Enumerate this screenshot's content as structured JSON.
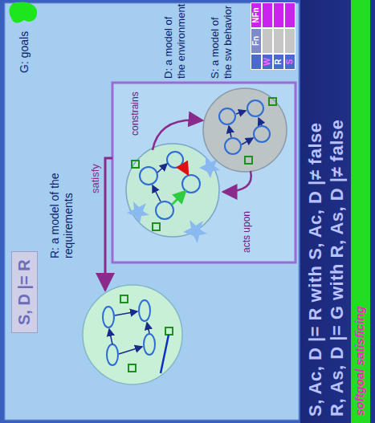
{
  "diagram": {
    "nodes": [
      {
        "text": [
          "S, D |= R"
        ]
      },
      {
        "text": [
          "S, Ac, D |= R with S, Ac, D |≠ false",
          "R, As, D |= G with R, As, D |≠ false"
        ]
      },
      {
        "text": [
          "softgoal satisficing"
        ],
        "in": 1
      }
    ],
    "labels": [
      "G: goals",
      "R: a model of the requirements",
      "satisfy",
      "D: a model of the environment",
      "S: a model of the sw behavior",
      "constrains",
      "acts upon",
      "Fn",
      "NFn",
      "W",
      "R",
      "S"
    ]
  }
}
